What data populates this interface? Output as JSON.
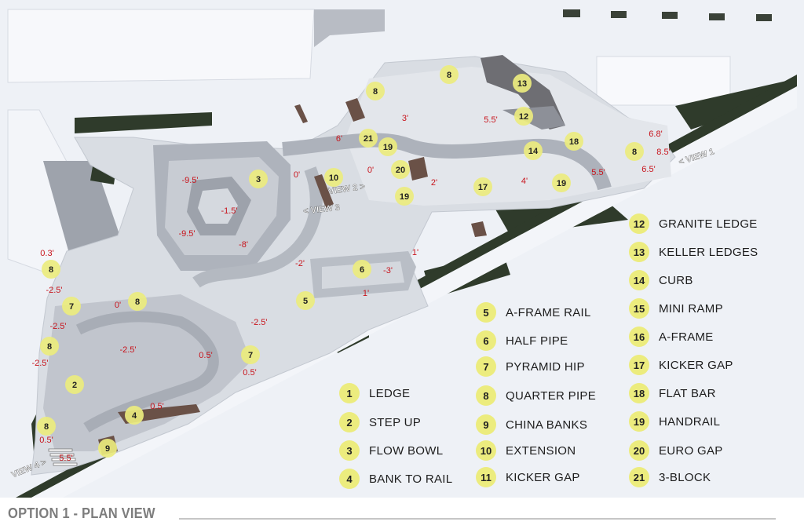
{
  "colors": {
    "concrete": "#d9dde3",
    "deep": "#b7bcc5",
    "coping": "#9fa4ad",
    "grass": "#2f3b2b",
    "marker": "#ecec7e",
    "elevation_text": "#c8141c",
    "ledge": "#6a5147"
  },
  "title": "OPTION 1 - PLAN VIEW",
  "legend": [
    {
      "num": "1",
      "label": "LEDGE"
    },
    {
      "num": "2",
      "label": "STEP UP"
    },
    {
      "num": "3",
      "label": "FLOW BOWL"
    },
    {
      "num": "4",
      "label": "BANK TO RAIL"
    },
    {
      "num": "5",
      "label": "A-FRAME RAIL"
    },
    {
      "num": "6",
      "label": "HALF PIPE"
    },
    {
      "num": "7",
      "label": "PYRAMID HIP"
    },
    {
      "num": "8",
      "label": "QUARTER PIPE"
    },
    {
      "num": "9",
      "label": "CHINA BANKS"
    },
    {
      "num": "10",
      "label": "EXTENSION"
    },
    {
      "num": "11",
      "label": "KICKER GAP"
    },
    {
      "num": "12",
      "label": "GRANITE LEDGE"
    },
    {
      "num": "13",
      "label": "KELLER LEDGES"
    },
    {
      "num": "14",
      "label": "CURB"
    },
    {
      "num": "15",
      "label": "MINI RAMP"
    },
    {
      "num": "16",
      "label": "A-FRAME"
    },
    {
      "num": "17",
      "label": "KICKER GAP"
    },
    {
      "num": "18",
      "label": "FLAT BAR"
    },
    {
      "num": "19",
      "label": "HANDRAIL"
    },
    {
      "num": "20",
      "label": "EURO GAP"
    },
    {
      "num": "21",
      "label": "3-BLOCK"
    }
  ],
  "markers": [
    "8",
    "13",
    "8",
    "12",
    "21",
    "19",
    "14",
    "18",
    "8",
    "20",
    "3",
    "10",
    "19",
    "17",
    "19",
    "8",
    "7",
    "8",
    "6",
    "5",
    "8",
    "2",
    "7",
    "4",
    "8",
    "9"
  ],
  "elevations": [
    "6'",
    "3'",
    "5.5'",
    "6.8'",
    "8.5'",
    "6.5'",
    "5.5'",
    "-9.5'",
    "0'",
    "0'",
    "2'",
    "4'",
    "-1.5'",
    "-9.5'",
    "-8'",
    "1'",
    "0.3'",
    "-2'",
    "-3'",
    "-2.5'",
    "0'",
    "1'",
    "-2.5'",
    "-2.5'",
    "-2.5'",
    "0.5'",
    "0.5'",
    "-2.5'",
    "0.5'",
    "0.5'",
    "5.5'"
  ],
  "views": [
    "< VIEW 1",
    "VIEW 2 >",
    "< VIEW 3",
    "VIEW 4 >"
  ]
}
